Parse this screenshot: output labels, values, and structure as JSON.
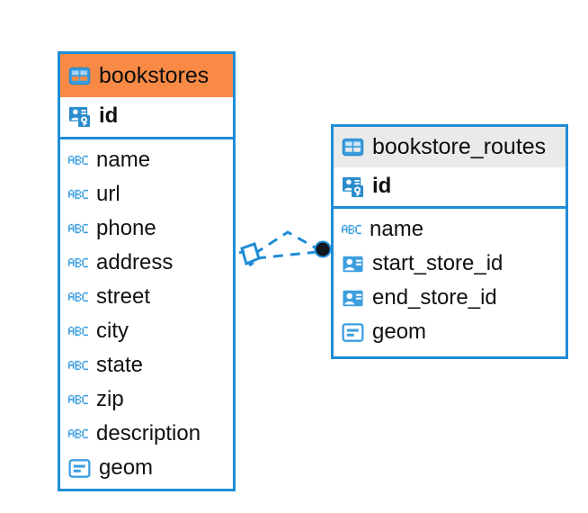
{
  "diagram": {
    "type": "entity-relationship-diagram",
    "background": "#ffffff",
    "accent_color": "#1f8dd6",
    "highlight_color": "#f98a46",
    "header_color": "#eaeaea"
  },
  "tables": [
    {
      "name": "bookstores",
      "header_color": "#f98a46",
      "header_icon": "table-icon",
      "primary_key": {
        "label": "id",
        "icon": "primary-key-icon"
      },
      "fields": [
        {
          "label": "name",
          "icon": "text-abc-icon"
        },
        {
          "label": "url",
          "icon": "text-abc-icon"
        },
        {
          "label": "phone",
          "icon": "text-abc-icon"
        },
        {
          "label": "address",
          "icon": "text-abc-icon"
        },
        {
          "label": "street",
          "icon": "text-abc-icon"
        },
        {
          "label": "city",
          "icon": "text-abc-icon"
        },
        {
          "label": "state",
          "icon": "text-abc-icon"
        },
        {
          "label": "zip",
          "icon": "text-abc-icon"
        },
        {
          "label": "description",
          "icon": "text-abc-icon"
        },
        {
          "label": "geom",
          "icon": "geometry-icon"
        }
      ]
    },
    {
      "name": "bookstore_routes",
      "header_color": "#eaeaea",
      "header_icon": "table-icon",
      "primary_key": {
        "label": "id",
        "icon": "primary-key-icon"
      },
      "fields": [
        {
          "label": "name",
          "icon": "text-abc-icon"
        },
        {
          "label": "start_store_id",
          "icon": "foreign-key-icon"
        },
        {
          "label": "end_store_id",
          "icon": "foreign-key-icon"
        },
        {
          "label": "geom",
          "icon": "geometry-icon"
        }
      ]
    }
  ],
  "relationship": {
    "style": "dashed",
    "color": "#1f8dd6",
    "source_marker": "diamond-marker",
    "target_marker": "filled-circle-marker",
    "source_table": "bookstores",
    "target_table": "bookstore_routes"
  }
}
